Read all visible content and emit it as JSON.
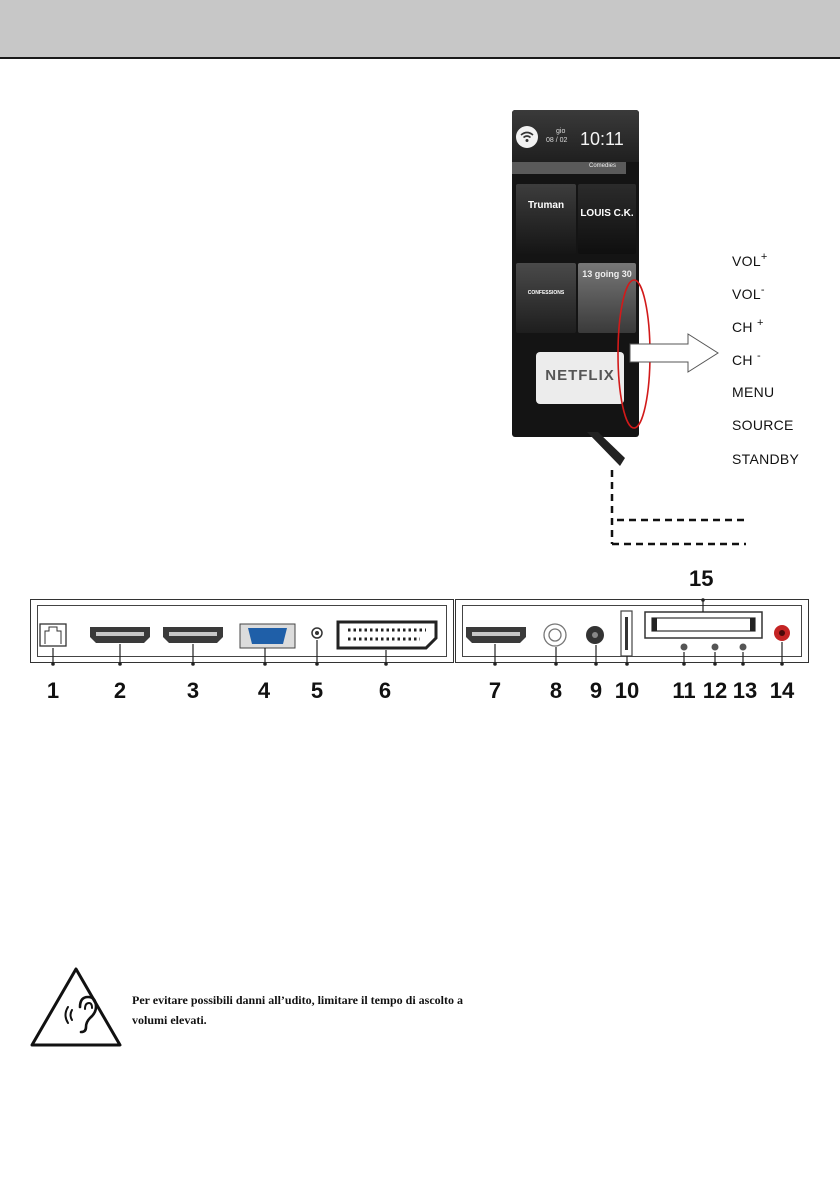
{
  "tv_screen": {
    "day": "gio",
    "date": "08 / 02",
    "time": "10:11",
    "category": "Comedies",
    "tile_truman": "Truman",
    "tile_louis": "LOUIS C.K.",
    "tile_confessions": "CONFESSIONS",
    "tile_13going30": "13 going 30",
    "netflix": "NETFLIX"
  },
  "side_buttons": [
    {
      "label": "VOL",
      "sign": "+"
    },
    {
      "label": "VOL",
      "sign": "-"
    },
    {
      "label": "CH",
      "sign": "+"
    },
    {
      "label": "CH",
      "sign": "-"
    },
    {
      "label": "MENU",
      "sign": ""
    },
    {
      "label": "SOURCE",
      "sign": ""
    },
    {
      "label": "STANDBY",
      "sign": ""
    }
  ],
  "connectors": [
    "1",
    "2",
    "3",
    "4",
    "5",
    "6",
    "7",
    "8",
    "9",
    "10",
    "11",
    "12",
    "13",
    "14",
    "15"
  ],
  "warning": {
    "icon": "hearing-warning-icon",
    "text": "Per evitare possibili danni all’udito, limitare il tempo di ascolto a volumi elevati."
  }
}
